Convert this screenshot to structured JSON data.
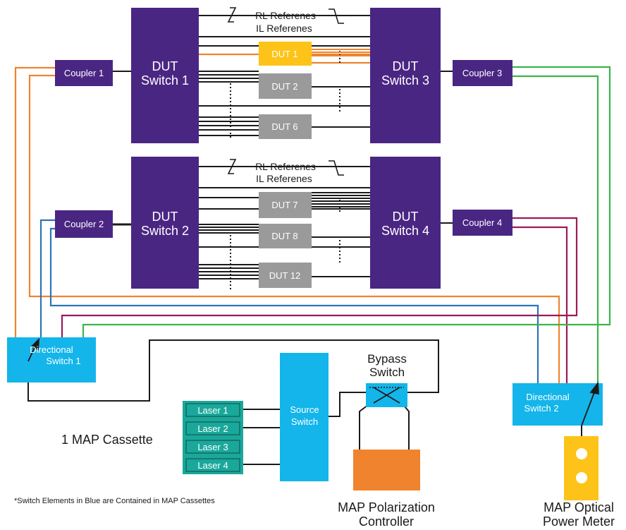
{
  "blocks": {
    "dut_switch_1": {
      "line1": "DUT",
      "line2": "Switch 1"
    },
    "dut_switch_2": {
      "line1": "DUT",
      "line2": "Switch 2"
    },
    "dut_switch_3": {
      "line1": "DUT",
      "line2": "Switch 3"
    },
    "dut_switch_4": {
      "line1": "DUT",
      "line2": "Switch 4"
    },
    "coupler_1": "Coupler 1",
    "coupler_2": "Coupler 2",
    "coupler_3": "Coupler 3",
    "coupler_4": "Coupler 4",
    "dut_1": "DUT 1",
    "dut_2": "DUT 2",
    "dut_6": "DUT 6",
    "dut_7": "DUT 7",
    "dut_8": "DUT 8",
    "dut_12": "DUT 12",
    "rl_ref_top": "RL Referenes",
    "il_ref_top": "IL Referenes",
    "rl_ref_bottom": "RL Referenes",
    "il_ref_bottom": "IL Referenes",
    "directional_switch_1": {
      "line1": "Directional",
      "line2": "Switch 1"
    },
    "directional_switch_2": {
      "line1": "Directional",
      "line2": "Switch 2"
    },
    "source_switch": {
      "line1": "Source",
      "line2": "Switch"
    },
    "bypass_switch": {
      "line1": "Bypass",
      "line2": "Switch"
    },
    "lasers": [
      "Laser 1",
      "Laser 2",
      "Laser 3",
      "Laser 4"
    ],
    "map_cassette": "1 MAP Cassette",
    "polarization_controller": {
      "line1": "MAP Polarization",
      "line2": "Controller"
    },
    "optical_power_meter": {
      "line1": "MAP Optical",
      "line2": "Power Meter"
    },
    "footnote": "*Switch Elements in Blue are Contained in MAP Cassettes"
  },
  "colors": {
    "purple": "#4a2683",
    "blue": "#13b5ea",
    "teal": "#1aa89b",
    "yellow": "#fdc318",
    "orange": "#f0842e",
    "gray": "#9a9a9a",
    "green_line": "#3cb54a",
    "blue_line": "#2d74b8",
    "magenta_line": "#9b1b5a",
    "orange_line": "#f0842e"
  }
}
